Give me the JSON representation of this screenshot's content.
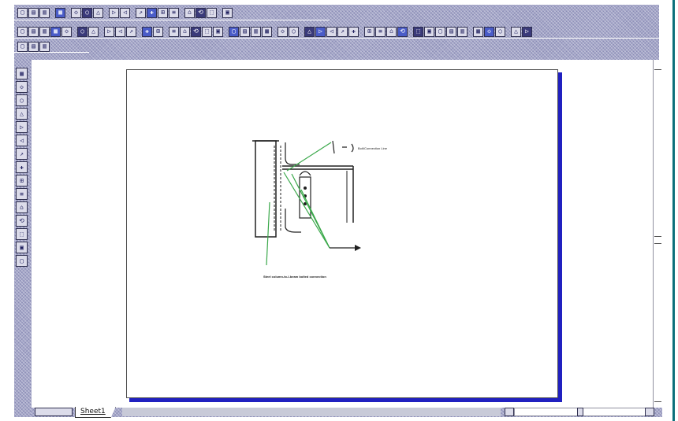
{
  "sheet_tab": {
    "label": "Sheet1"
  },
  "drawing": {
    "callout_top": "Bolt/Connection Line",
    "caption": "Steel column-to-I-beam bolted connection"
  },
  "colors": {
    "toolbar_bg": "#a4a6c8",
    "frame_border": "#0d6f7b",
    "page_shadow": "#2020c0",
    "leader_lines": "#3aa84a"
  },
  "icons": {
    "toolbar_row1": [
      "new-icon",
      "open-icon",
      "save-icon",
      "print-icon",
      "cut-icon",
      "copy-icon",
      "paste-icon",
      "undo-icon",
      "redo-icon",
      "select-icon",
      "zoom-icon",
      "grid-icon",
      "layer-icon",
      "snap-icon",
      "pan-icon",
      "fit-icon",
      "help-icon"
    ],
    "toolbar_row2_count": 42,
    "toolbar_row3": [
      "view-icon",
      "frame-icon",
      "layout-icon"
    ],
    "left_tools": [
      "pointer-icon",
      "line-icon",
      "polyline-icon",
      "arc-icon",
      "circle-icon",
      "ellipse-icon",
      "rectangle-icon",
      "polygon-icon",
      "fill-icon",
      "dimension-icon",
      "text-icon",
      "leader-icon",
      "hatch-icon",
      "symbol-icon",
      "measure-icon"
    ]
  }
}
